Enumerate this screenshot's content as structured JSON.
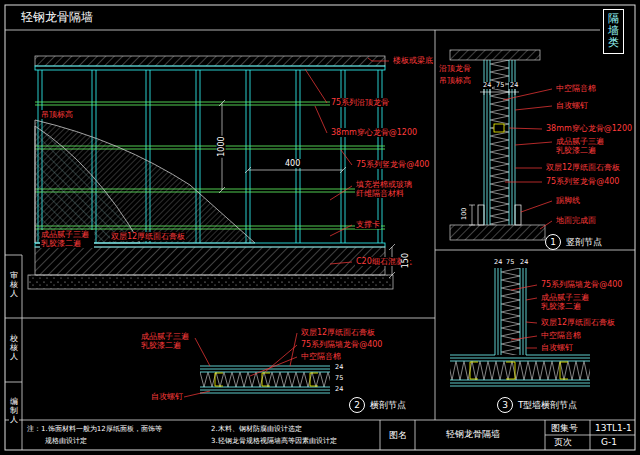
{
  "diagram": {
    "title": "轻钢龙骨隔墙",
    "nodes": [
      {
        "text": [
          "隔墙类"
        ]
      },
      {
        "text": [
          "1",
          "竖剖节点"
        ]
      },
      {
        "text": [
          "2",
          "横剖节点"
        ]
      },
      {
        "text": [
          "3",
          "T型墙横剖节点"
        ]
      }
    ],
    "labels": [
      "楼板或梁底",
      "75系列沿顶龙骨",
      "38mm穿心龙骨@1200",
      "1000",
      "400",
      "75系列竖龙骨@400",
      "填充岩棉或玻璃纤维隔音材料",
      "支撑卡",
      "C20细石混凝土",
      "150",
      "吊顶标高",
      "成品腻子三遍 乳胶漆二遍",
      "双层12厚纸面石膏板",
      "沿顶龙骨",
      "吊顶标高",
      "24",
      "75",
      "24",
      "中空隔音棉",
      "自攻螺钉",
      "38mm穿心龙骨@1200",
      "成品腻子三遍 乳胶漆二遍",
      "双层12厚纸面石膏板",
      "75系列竖龙骨@400",
      "踢脚线",
      "地面完成面",
      "100",
      "24",
      "75",
      "24",
      "75系列隔墙龙骨@400",
      "成品腻子三遍 乳胶漆二遍",
      "双层12厚纸面石膏板",
      "中空隔音棉",
      "自攻螺钉",
      "成品腻子三遍 乳胶漆二遍",
      "双层12厚纸面石膏板",
      "75系列隔墙龙骨@400",
      "中空隔音棉",
      "自攻螺钉",
      "24",
      "75",
      "24",
      "审核人",
      "校核人",
      "编制人",
      "注：1.饰面材料一般为12厚纸面板，面饰等",
      "规格由设计定",
      "2.木料、钢材防腐由设计选定",
      "3.轻钢龙骨规格视隔墙高等因素由设计定",
      "图名",
      "轻钢龙骨隔墙",
      "图集号",
      "13TL1-1",
      "页次",
      "G-1"
    ]
  }
}
